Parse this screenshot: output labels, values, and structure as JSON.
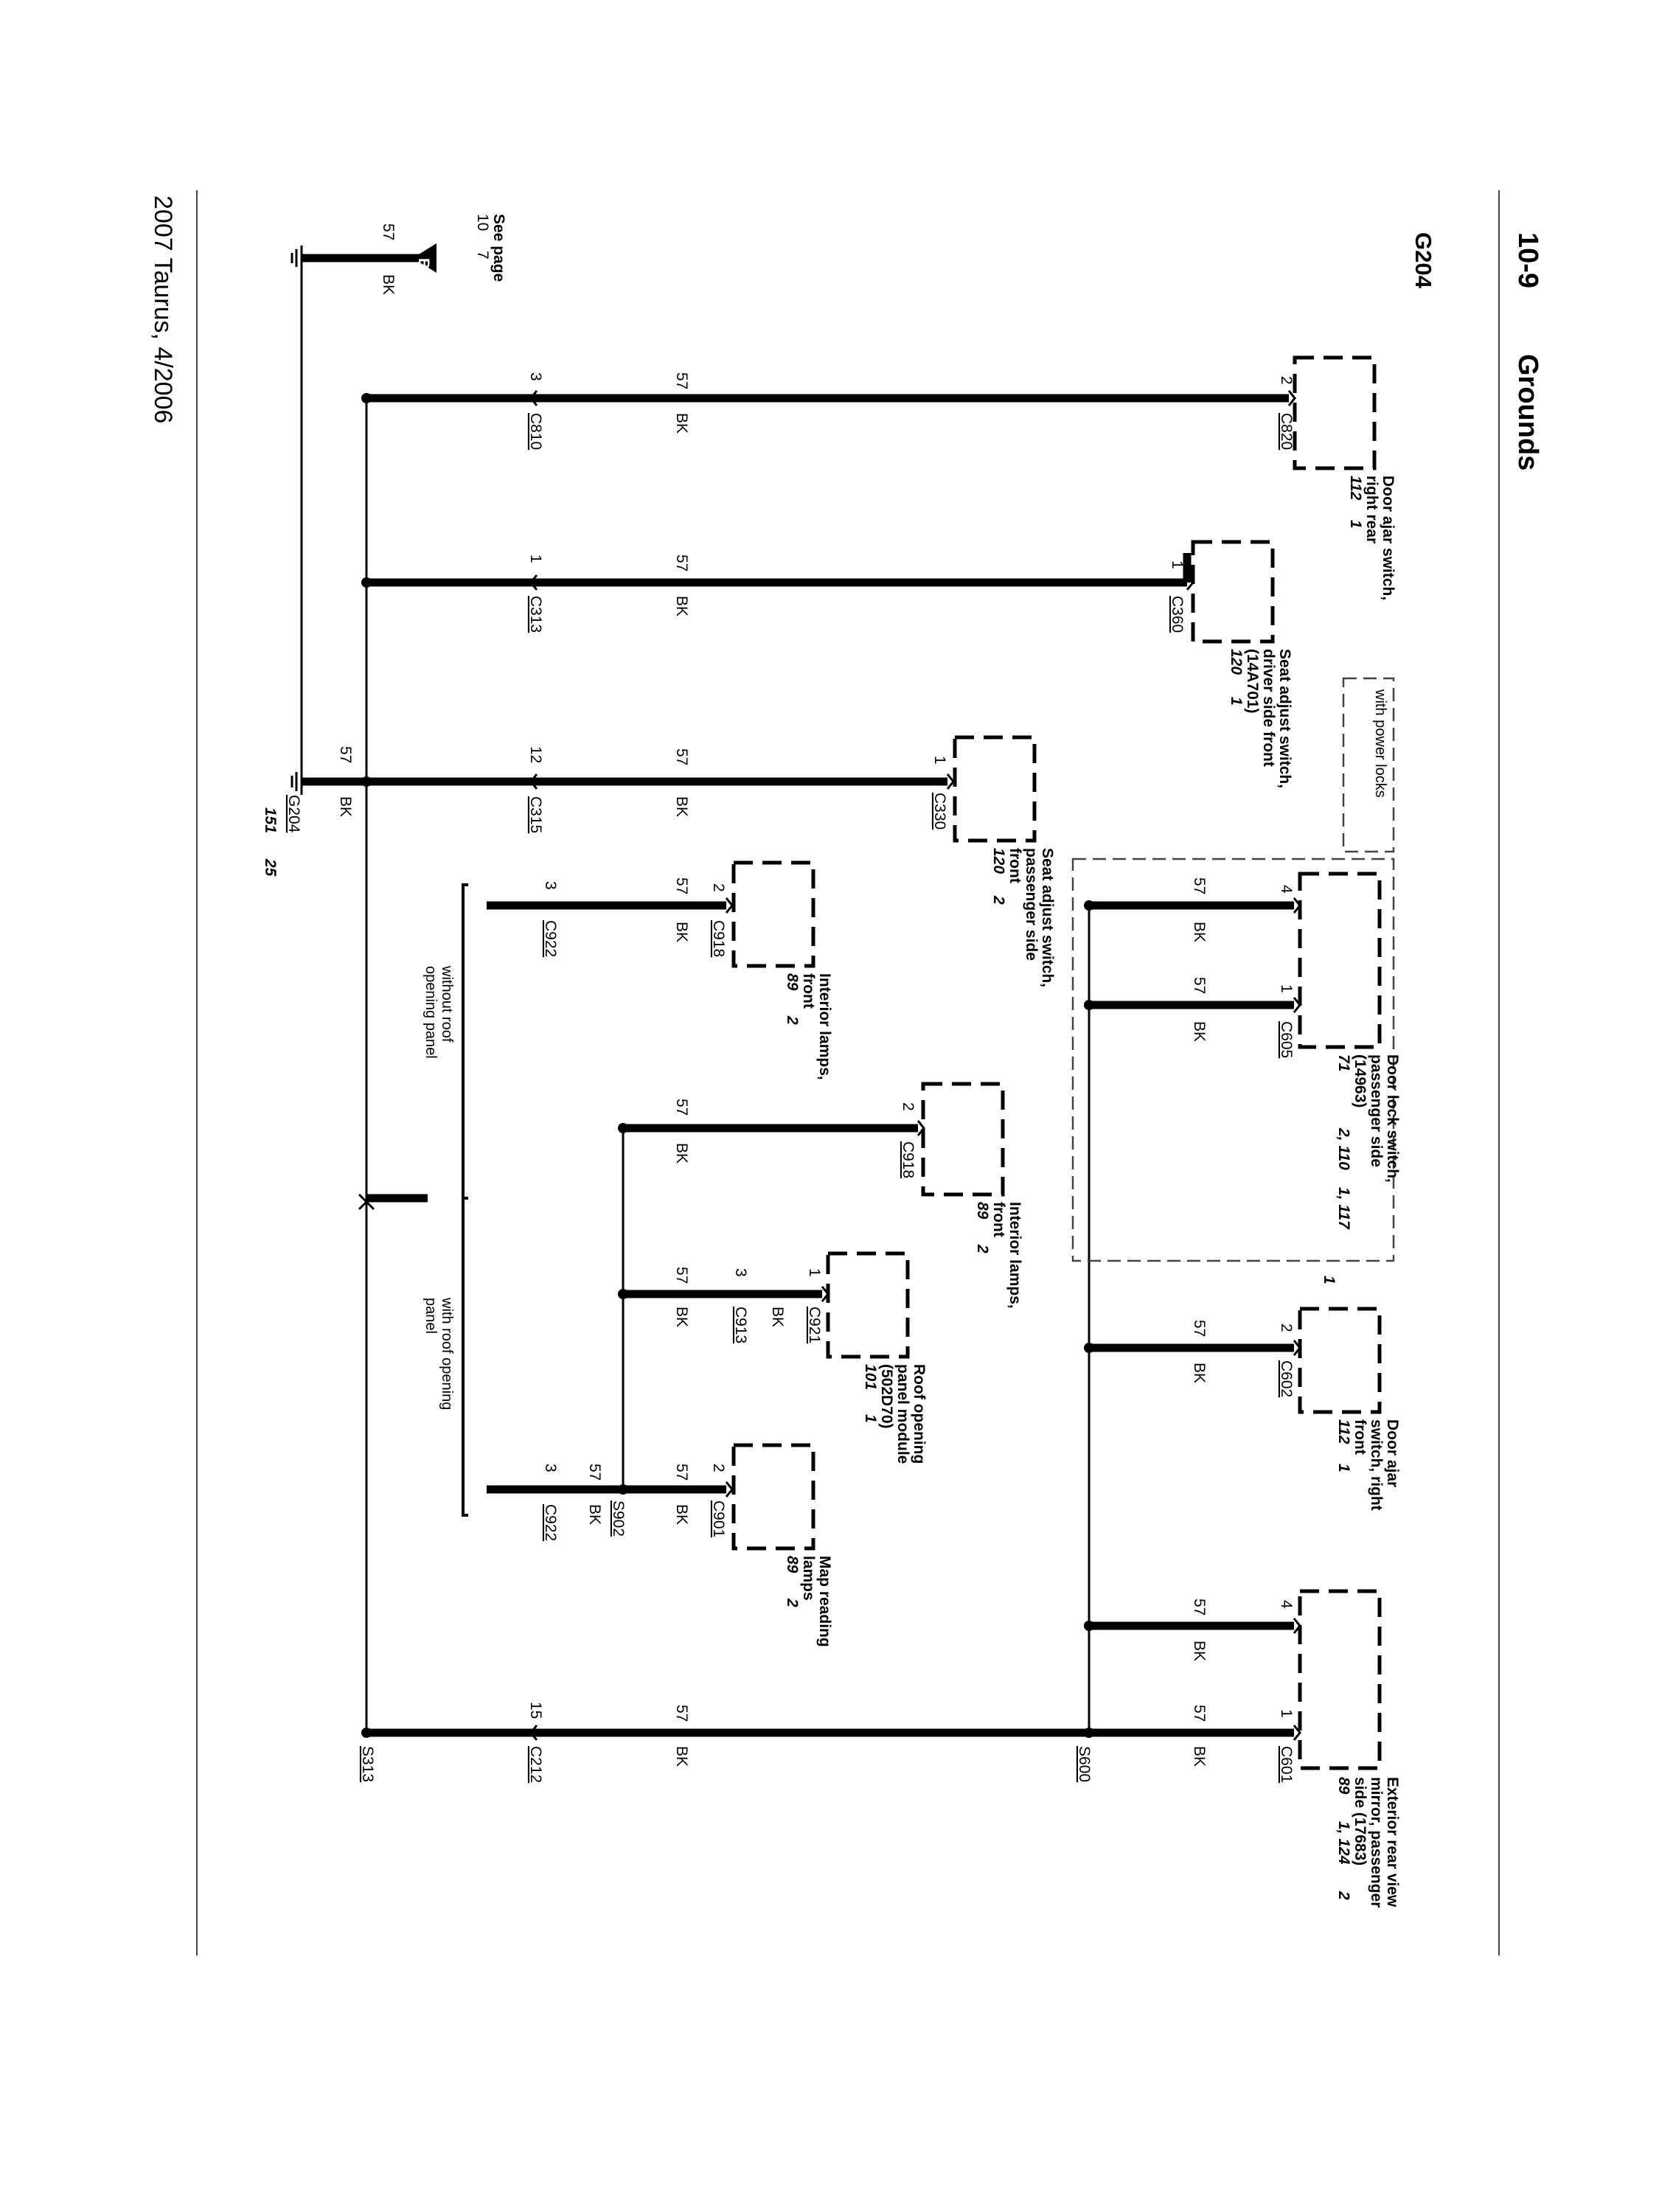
{
  "page": {
    "number": "10-9",
    "section": "Grounds",
    "ground_id": "G204",
    "footer": "2007 Taurus, 4/2006"
  },
  "circuit": {
    "number": "57",
    "color": "BK"
  },
  "components": {
    "door_ajar_rr": {
      "lines": [
        "Door ajar switch,",
        "right rear"
      ],
      "ref": [
        "112",
        "1"
      ],
      "connector": "C820",
      "pin": "2"
    },
    "seat_driver": {
      "lines": [
        "Seat adjust switch,",
        "driver side front",
        "(14A701)"
      ],
      "ref": [
        "120",
        "1"
      ],
      "connector": "C360",
      "pin": "1"
    },
    "seat_passenger": {
      "lines": [
        "Seat adjust switch,",
        "passenger side",
        "front"
      ],
      "ref": [
        "120",
        "2"
      ],
      "connector": "C330",
      "pin": "1"
    },
    "interior_lamps_1": {
      "lines": [
        "Interior lamps,",
        "front"
      ],
      "ref": [
        "89",
        "2"
      ],
      "connector": "C918",
      "pin": "2"
    },
    "interior_lamps_2": {
      "lines": [
        "Interior lamps,",
        "front"
      ],
      "ref": [
        "89",
        "2"
      ],
      "connector": "C918",
      "pin": "2"
    },
    "door_lock": {
      "lines": [
        "Door lock switch,",
        "passenger side",
        "(14963)"
      ],
      "ref": [
        "71",
        "2, 110",
        "1, 117"
      ],
      "connector": "C605",
      "pins": [
        "4",
        "1"
      ],
      "ref_tail": "1"
    },
    "roof_module": {
      "lines": [
        "Roof opening",
        "panel module",
        "(502D70)"
      ],
      "ref": [
        "101",
        "1"
      ],
      "connector": "C921",
      "pin": "1"
    },
    "door_ajar_rf": {
      "lines": [
        "Door ajar",
        "switch, right",
        "front"
      ],
      "ref": [
        "112",
        "1"
      ],
      "connector": "C602",
      "pin": "2"
    },
    "map_lamps": {
      "lines": [
        "Map reading",
        "lamps"
      ],
      "ref": [
        "89",
        "2"
      ],
      "connector": "C901",
      "pin": "2"
    },
    "mirror": {
      "lines": [
        "Exterior rear view",
        "mirror, passenger",
        "side (17683)"
      ],
      "ref": [
        "89",
        "1, 124",
        "2"
      ],
      "connector": "C601",
      "pins": [
        "4",
        "1"
      ]
    }
  },
  "inline_connectors": {
    "c810": {
      "name": "C810",
      "pin": "3"
    },
    "c313": {
      "name": "C313",
      "pin": "1"
    },
    "c315": {
      "name": "C315",
      "pin": "12"
    },
    "c922_a": {
      "name": "C922",
      "pin": "3"
    },
    "c922_b": {
      "name": "C922",
      "pin": "3"
    },
    "c913": {
      "name": "C913",
      "pin": "3"
    },
    "c212": {
      "name": "C212",
      "pin": "15"
    }
  },
  "splices": {
    "s313": "S313",
    "s600": "S600",
    "s902": "S902"
  },
  "ground": {
    "name": "G204",
    "ref": [
      "151",
      "25"
    ]
  },
  "see_page": {
    "label": "See page",
    "page_ref": [
      "10",
      "7"
    ],
    "marker": "B"
  },
  "options": {
    "with_power_locks": "with power locks",
    "without_roof": [
      "without roof",
      "opening panel"
    ],
    "with_roof": [
      "with roof opening",
      "panel"
    ]
  }
}
